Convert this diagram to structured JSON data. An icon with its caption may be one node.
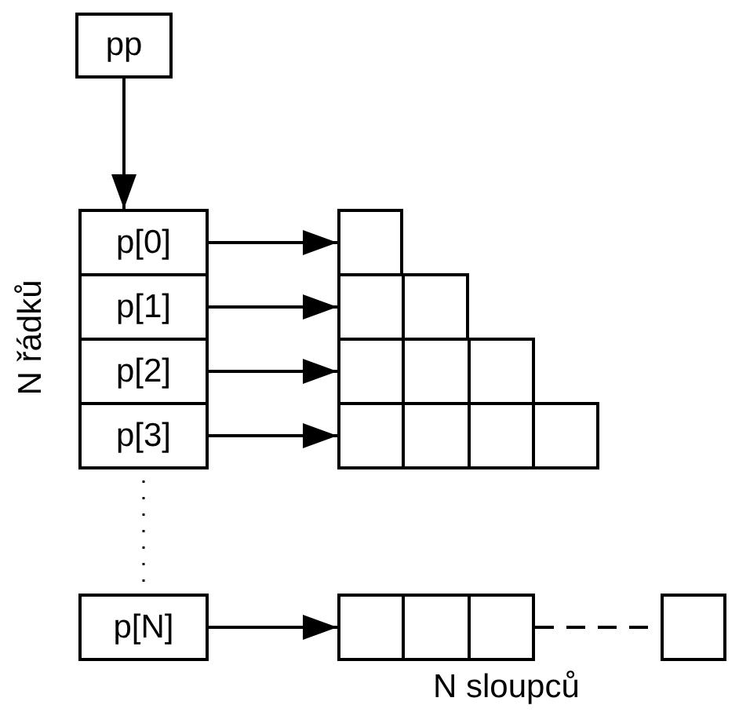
{
  "diagram": {
    "nodes": [
      {
        "text": [
          "pp"
        ]
      },
      {
        "text": [
          "p[0]"
        ]
      },
      {
        "text": [
          "p[1]"
        ]
      },
      {
        "text": [
          "p[2]"
        ]
      },
      {
        "text": [
          "p[3]"
        ]
      },
      {
        "text": [
          "p[N]"
        ]
      },
      {
        "text": [],
        "shape": "box"
      },
      {
        "text": [],
        "shape": "box"
      },
      {
        "text": [],
        "shape": "box"
      },
      {
        "text": [],
        "shape": "box"
      },
      {
        "text": [],
        "shape": "box"
      },
      {
        "text": [],
        "shape": "box"
      }
    ],
    "edges": [
      {
        "from": 0,
        "to": 1,
        "arrow": "to"
      },
      {
        "from": 1,
        "to": 6,
        "arrow": "to"
      },
      {
        "from": 2,
        "to": 7,
        "arrow": "to"
      },
      {
        "from": 3,
        "to": 8,
        "arrow": "to"
      },
      {
        "from": 4,
        "to": 9,
        "arrow": "to"
      },
      {
        "from": 4,
        "to": 5,
        "arrow": "none",
        "style": "dashed"
      },
      {
        "from": 5,
        "to": 10,
        "arrow": "to"
      },
      {
        "from": 10,
        "to": 11,
        "arrow": "none",
        "style": "dashed"
      }
    ],
    "labels": [
      "N řádků",
      "N sloupců"
    ]
  }
}
